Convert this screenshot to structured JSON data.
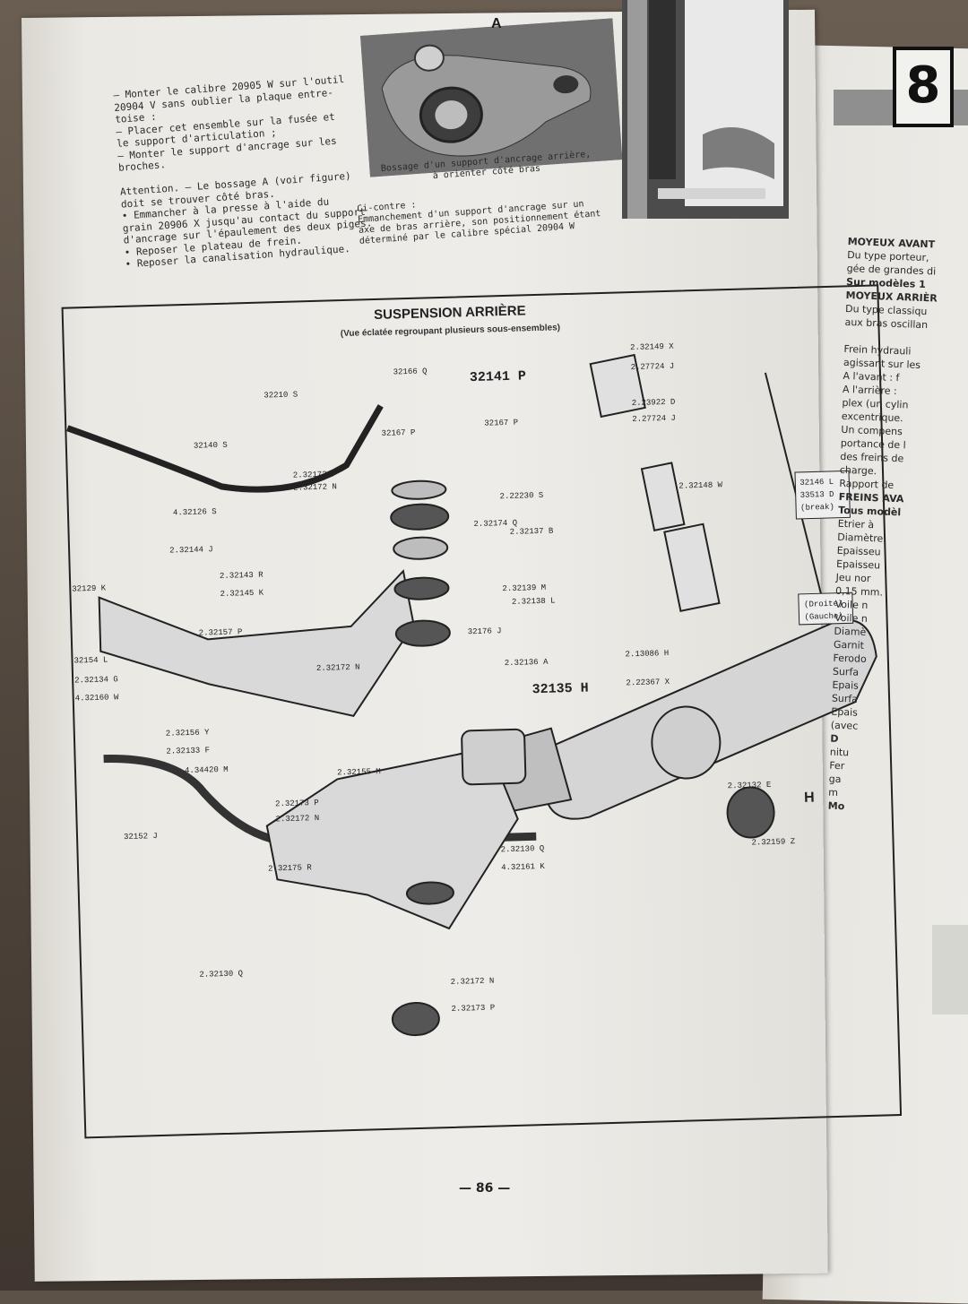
{
  "left_text": {
    "lines": [
      "— Monter le calibre 20905 W sur l'outil",
      "  20904 V sans oublier la plaque entre-",
      "  toise :",
      "— Placer cet ensemble sur la fusée et",
      "  le support d'articulation ;",
      "— Monter le support d'ancrage sur les",
      "  broches.",
      "",
      "Attention. — Le bossage A (voir figure)",
      "doit se trouver côté bras.",
      "• Emmancher à la presse à l'aide du",
      "grain 20906 X jusqu'au contact du support",
      "d'ancrage sur l'épaulement des deux piges.",
      "• Reposer le plateau de frein.",
      "• Reposer la canalisation hydraulique."
    ]
  },
  "photo_label": "A",
  "caption_top": [
    "Bossage d'un support d'ancrage arrière,",
    "à orienter côté bras"
  ],
  "caption_bottom": [
    "Ci-contre :",
    "Emmanchement d'un support d'ancrage sur un",
    "axe de bras arrière, son positionnement étant",
    "déterminé par le calibre spécial 20904 W"
  ],
  "diagram": {
    "title": "SUSPENSION ARRIÈRE",
    "subtitle": "(Vue éclatée regroupant plusieurs sous-ensembles)",
    "bracket_labels": [
      "32146 L",
      "33513 D",
      "(break)"
    ],
    "side_labels": [
      "(Droite)",
      "(Gauche)"
    ],
    "big_labels": [
      "32141 P",
      "32135 H"
    ],
    "letter_h": "H",
    "parts": [
      "32166 Q",
      "32210 S",
      "32167 P",
      "32167 P",
      "32140 S",
      "2.32173 P",
      "2.32172 N",
      "2.22230 S",
      "4.32126 S",
      "2.32174 Q",
      "2.32137 B",
      "2.32144 J",
      "2.32143 R",
      "2.32145 K",
      "2.32139 M",
      "2.32138 L",
      "32129 K",
      "2.32157 P",
      "32176 J",
      "2.32172 N",
      "2.32136 A",
      "32154 L",
      "2.32134 G",
      "4.32160 W",
      "2.32156 Y",
      "2.32133 F",
      "4.34420 M",
      "2.32155 M",
      "2.32173 P",
      "2.32172 N",
      "32152 J",
      "2.32175 R",
      "2.32130 Q",
      "4.32161 K",
      "2.32130 Q",
      "2.32172 N",
      "2.32173 P",
      "2.32149 X",
      "2.27724 J",
      "2.23922 D",
      "2.27724 J",
      "2.32148 W",
      "2.13086 H",
      "2.22367 X",
      "2.32132 E",
      "2.32159 Z"
    ]
  },
  "page_number": "— 86 —",
  "chapter_number": "8",
  "right_column": [
    {
      "text": "MOYEUX AVANT",
      "bold": true
    },
    {
      "text": "Du type porteur,",
      "bold": false
    },
    {
      "text": "gée de grandes di",
      "bold": false
    },
    {
      "text": "Sur modèles 1",
      "bold": true
    },
    {
      "text": "MOYEUX ARRIÈR",
      "bold": true
    },
    {
      "text": "Du type classiqu",
      "bold": false
    },
    {
      "text": "aux bras oscillan",
      "bold": false
    },
    {
      "text": "",
      "bold": false
    },
    {
      "text": "Frein hydrauli",
      "bold": false
    },
    {
      "text": "agissant sur les",
      "bold": false
    },
    {
      "text": "A l'avant : f",
      "bold": false
    },
    {
      "text": "A l'arrière :",
      "bold": false
    },
    {
      "text": "plex (un cylin",
      "bold": false
    },
    {
      "text": "excentrique.",
      "bold": false
    },
    {
      "text": "Un compens",
      "bold": false
    },
    {
      "text": "portance de l",
      "bold": false
    },
    {
      "text": "des freins de",
      "bold": false
    },
    {
      "text": "charge.",
      "bold": false
    },
    {
      "text": "Rapport de",
      "bold": false
    },
    {
      "text": "FREINS AVA",
      "bold": true
    },
    {
      "text": "Tous modèl",
      "bold": true
    },
    {
      "text": "Etrier à",
      "bold": false
    },
    {
      "text": "Diamètre",
      "bold": false
    },
    {
      "text": "Epaisseu",
      "bold": false
    },
    {
      "text": "Epaisseu",
      "bold": false
    },
    {
      "text": "Jeu nor",
      "bold": false
    },
    {
      "text": "0,15 mm.",
      "bold": false
    },
    {
      "text": "Voile n",
      "bold": false
    },
    {
      "text": "Voile n",
      "bold": false
    },
    {
      "text": "Diamè",
      "bold": false
    },
    {
      "text": "Garnit",
      "bold": false
    },
    {
      "text": "Ferodo",
      "bold": false
    },
    {
      "text": "Surfa",
      "bold": false
    },
    {
      "text": "Epais",
      "bold": false
    },
    {
      "text": "Surfa",
      "bold": false
    },
    {
      "text": "Epais",
      "bold": false
    },
    {
      "text": "(avec",
      "bold": false
    },
    {
      "text": "D",
      "bold": true
    },
    {
      "text": "nitu",
      "bold": false
    },
    {
      "text": "Fer",
      "bold": false
    },
    {
      "text": "ga",
      "bold": false
    },
    {
      "text": "m",
      "bold": false
    },
    {
      "text": "Mo",
      "bold": true
    }
  ]
}
